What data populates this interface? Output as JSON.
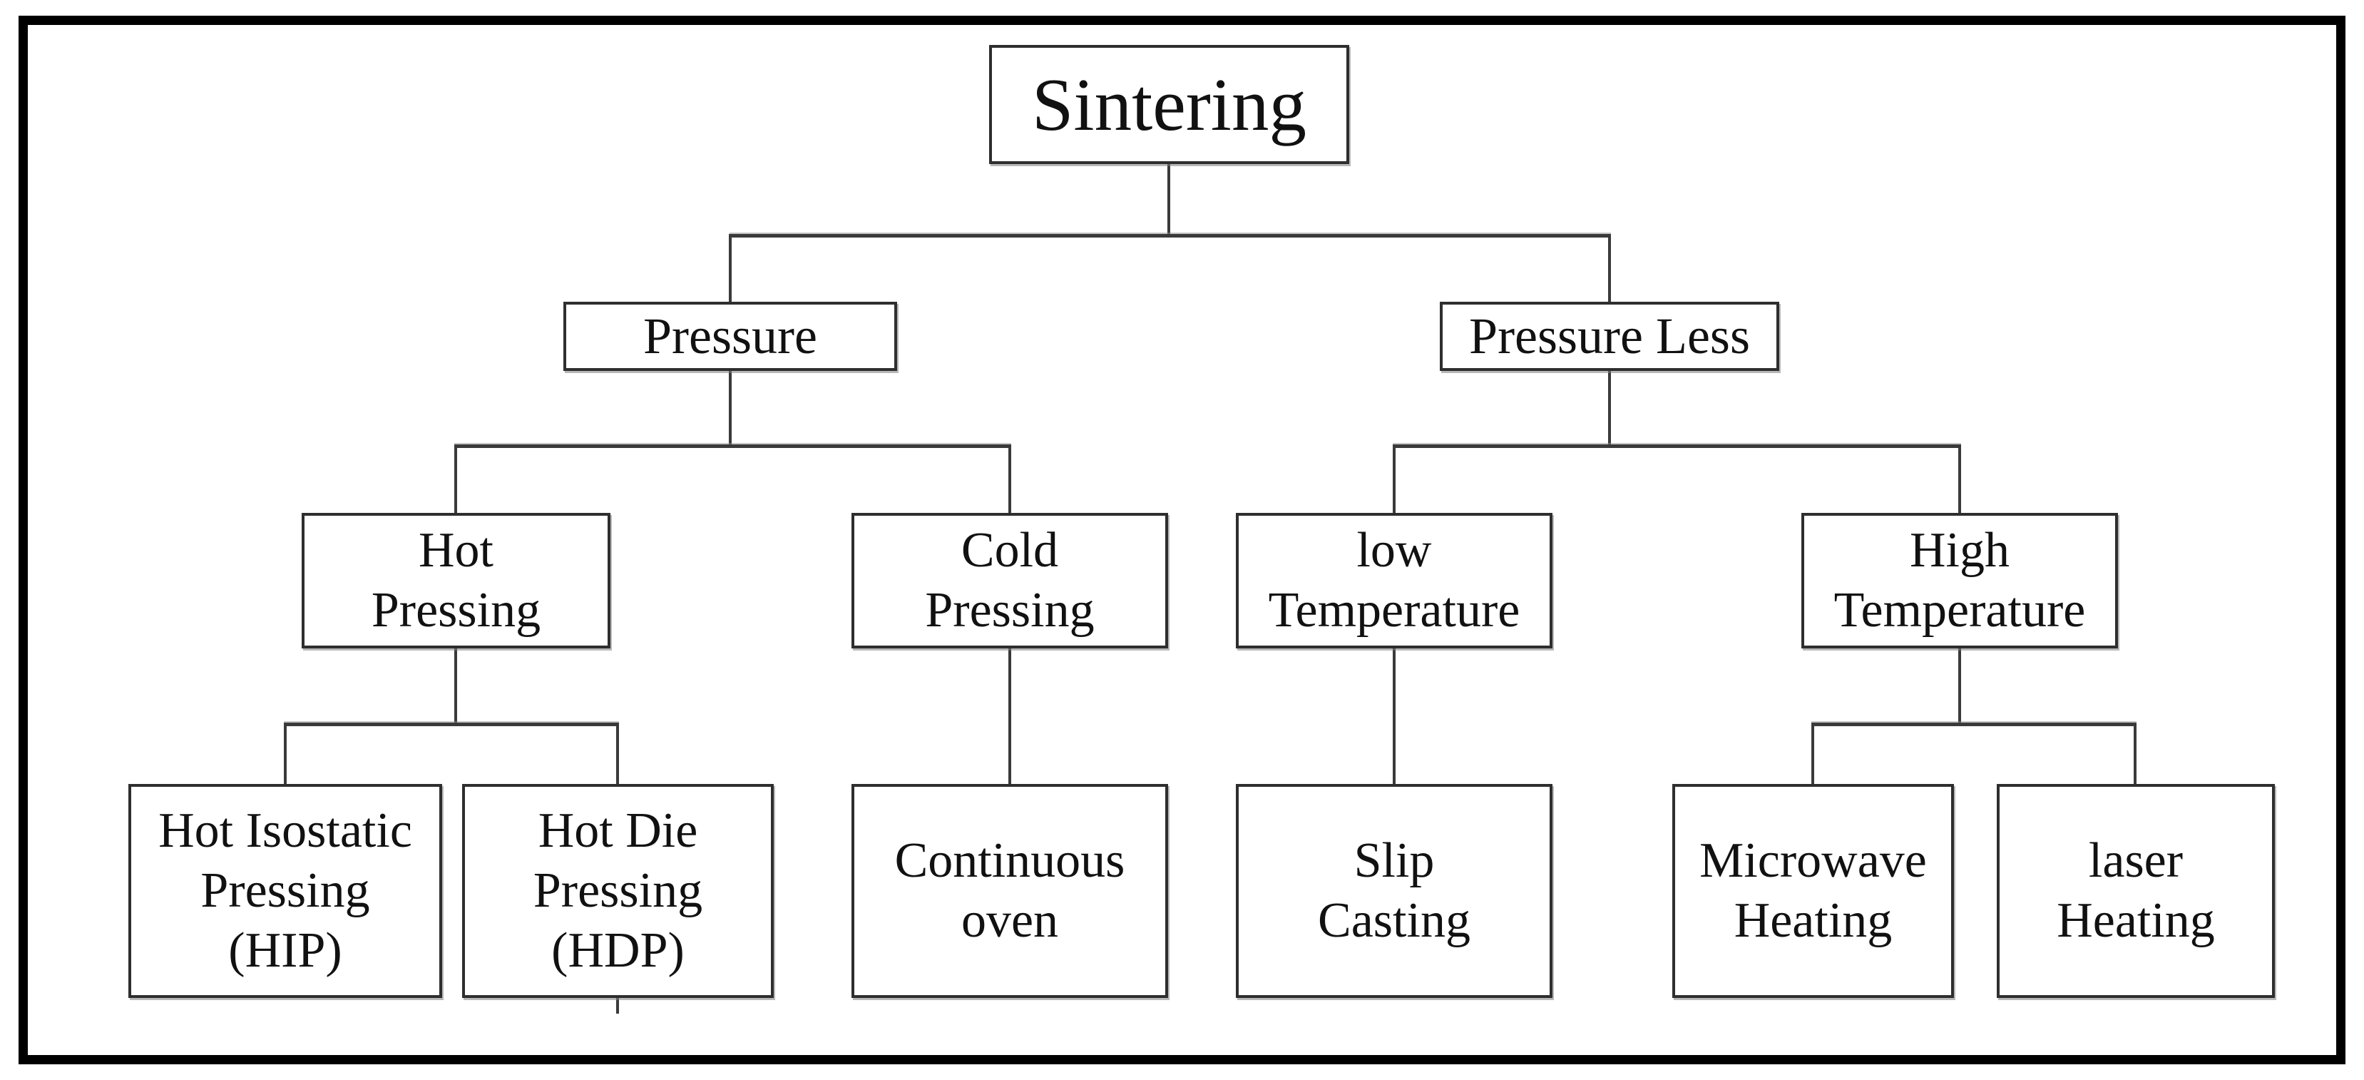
{
  "diagram": {
    "title": "Sintering",
    "nodes": {
      "sintering": {
        "label": "Sintering"
      },
      "pressure": {
        "label": "Pressure"
      },
      "pressure_less": {
        "label": "Pressure Less"
      },
      "hot_pressing": {
        "label": "Hot\nPressing"
      },
      "cold_pressing": {
        "label": "Cold\nPressing"
      },
      "low_temperature": {
        "label": "low\nTemperature"
      },
      "high_temperature": {
        "label": "High\nTemperature"
      },
      "hip": {
        "label": "Hot Isostatic\nPressing\n(HIP)"
      },
      "hdp": {
        "label": "Hot Die\nPressing\n(HDP)"
      },
      "continuous_oven": {
        "label": "Continuous\noven"
      },
      "slip_casting": {
        "label": "Slip\nCasting"
      },
      "microwave_heating": {
        "label": "Microwave\nHeating"
      },
      "laser_heating": {
        "label": "laser\nHeating"
      }
    },
    "hierarchy": {
      "Sintering": {
        "Pressure": {
          "Hot Pressing": [
            "Hot Isostatic Pressing (HIP)",
            "Hot Die Pressing (HDP)"
          ],
          "Cold Pressing": [
            "Continuous oven"
          ]
        },
        "Pressure Less": {
          "low Temperature": [
            "Slip Casting"
          ],
          "High Temperature": [
            "Microwave Heating",
            "laser Heating"
          ]
        }
      }
    },
    "colors": {
      "background": "#ffffff",
      "box_border": "#2e2e2e",
      "line": "#3a3a3a",
      "outer_frame": "#000000",
      "text": "#111111"
    }
  }
}
